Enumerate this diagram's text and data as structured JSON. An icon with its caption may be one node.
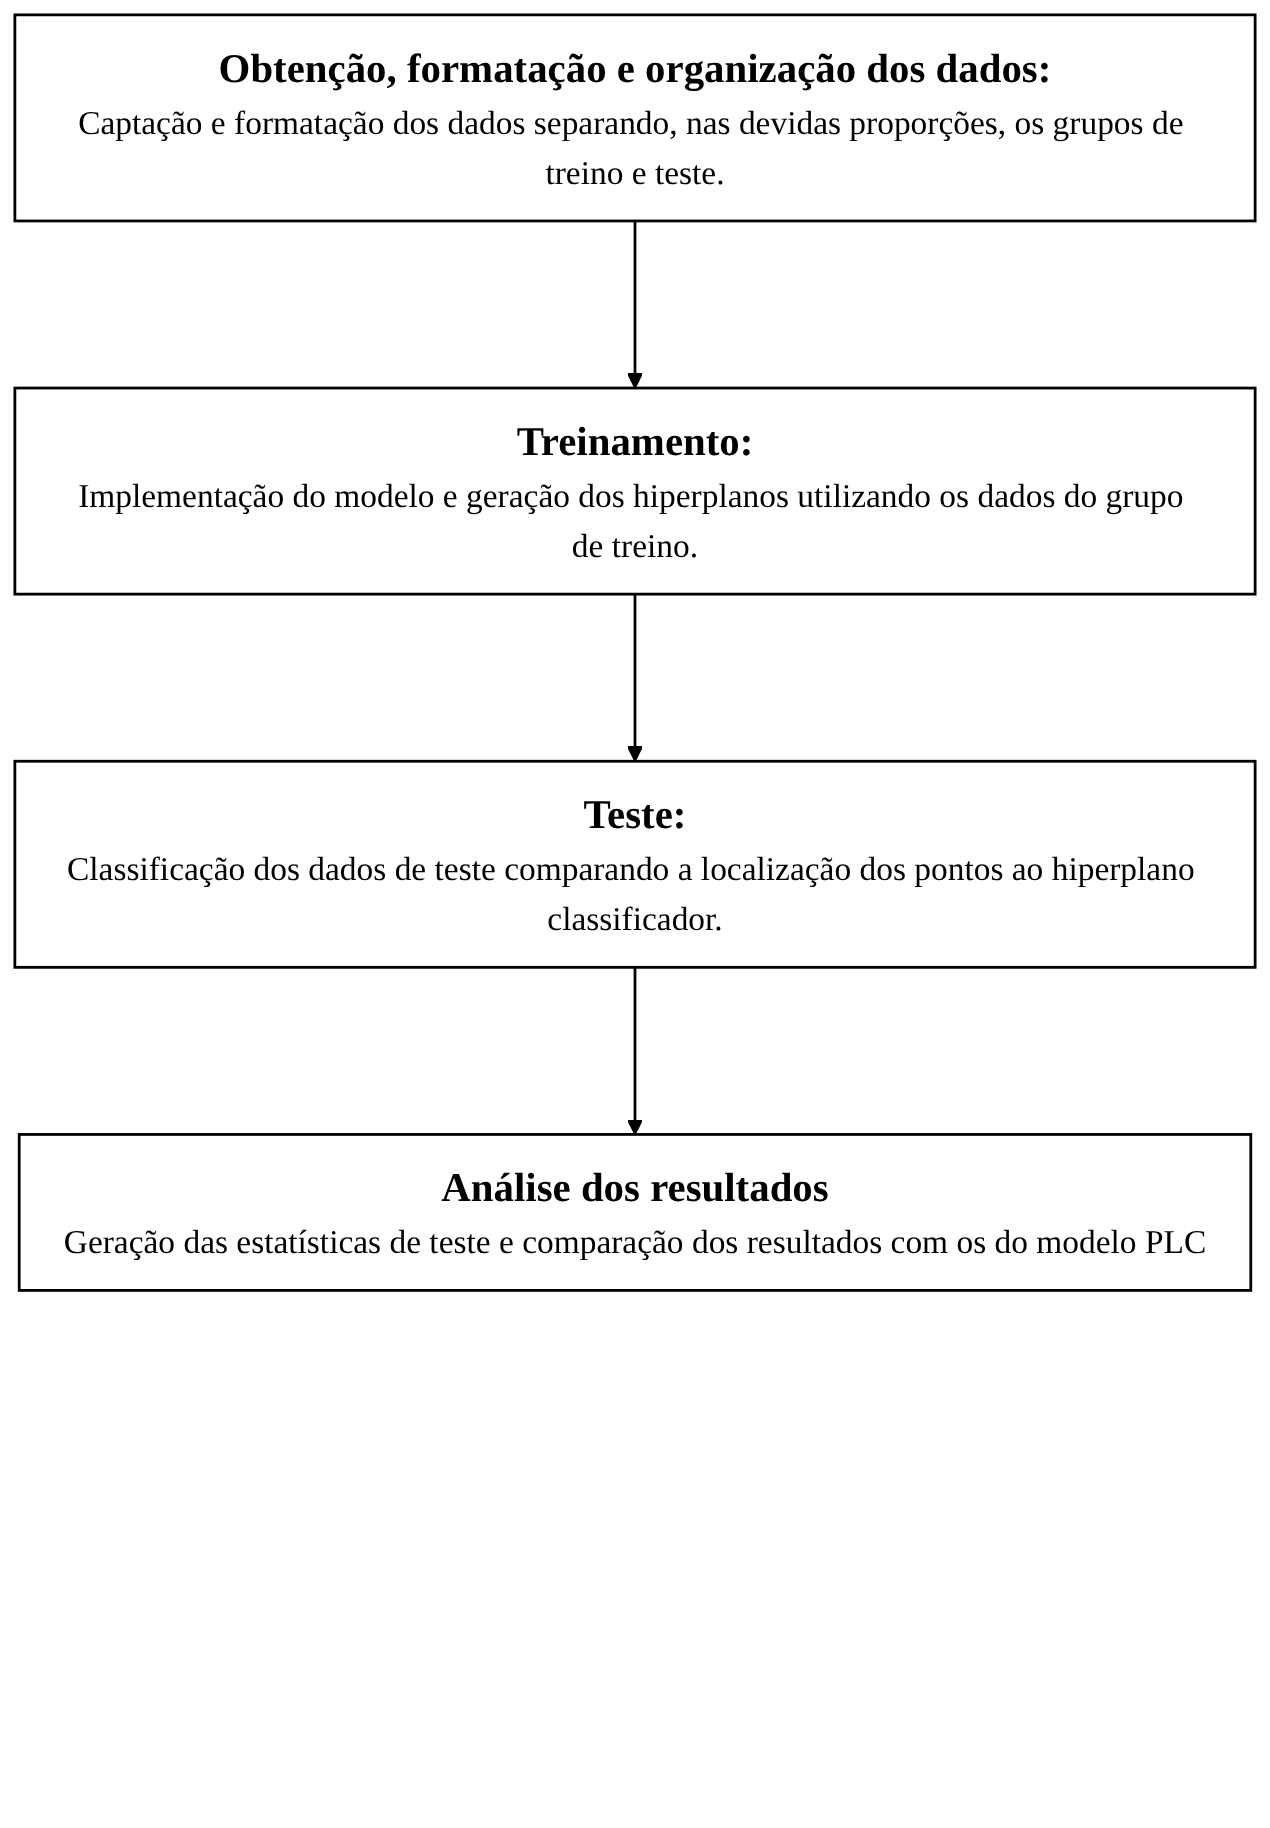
{
  "diagram": {
    "nodes": [
      {
        "text": [
          "Obtenção, formatação e organização dos dados:",
          "Captação e formatação dos dados separando, nas devidas proporções, os grupos de treino e teste."
        ]
      },
      {
        "text": [
          "Treinamento:",
          "Implementação do modelo e geração dos hiperplanos utilizando os dados do grupo de treino."
        ]
      },
      {
        "text": [
          "Teste:",
          "Classificação dos dados de teste comparando a localização dos pontos ao hiperplano classificador."
        ]
      },
      {
        "text": [
          "Análise dos resultados",
          "Geração das estatísticas de teste e comparação dos resultados com os do modelo PLC"
        ]
      }
    ],
    "edges": [
      {
        "from": 0,
        "to": 1,
        "arrow": "to"
      },
      {
        "from": 1,
        "to": 2,
        "arrow": "to"
      },
      {
        "from": 2,
        "to": 3,
        "arrow": "to"
      }
    ]
  }
}
